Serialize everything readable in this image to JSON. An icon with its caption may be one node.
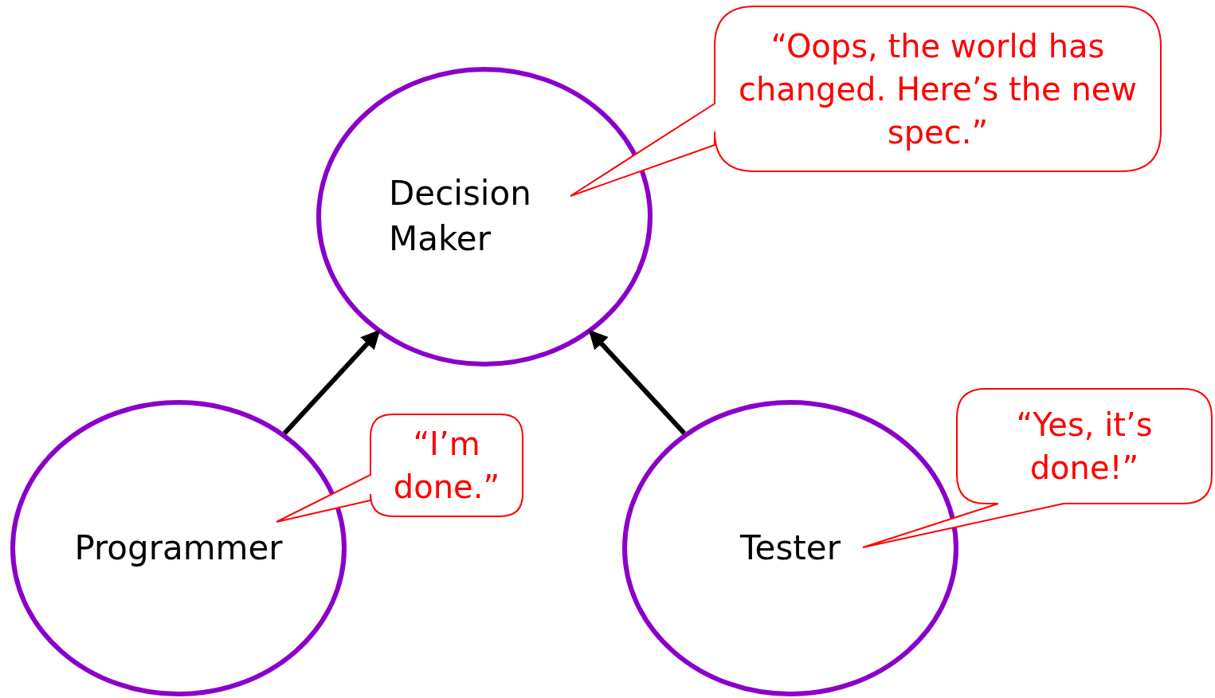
{
  "diagram": {
    "nodes": [
      {
        "text": [
          "Decision Maker"
        ]
      },
      {
        "text": [
          "“Oops, the world has changed. Here’s the new spec.”"
        ]
      },
      {
        "text": [
          "Programmer"
        ]
      },
      {
        "text": [
          "“I’m done.”"
        ]
      },
      {
        "text": [
          "Tester"
        ]
      },
      {
        "text": [
          "“Yes, it’s done!”"
        ]
      }
    ],
    "edges": [
      {
        "from": 2,
        "to": 0,
        "arrow": "to"
      },
      {
        "from": 4,
        "to": 0,
        "arrow": "to"
      }
    ]
  }
}
